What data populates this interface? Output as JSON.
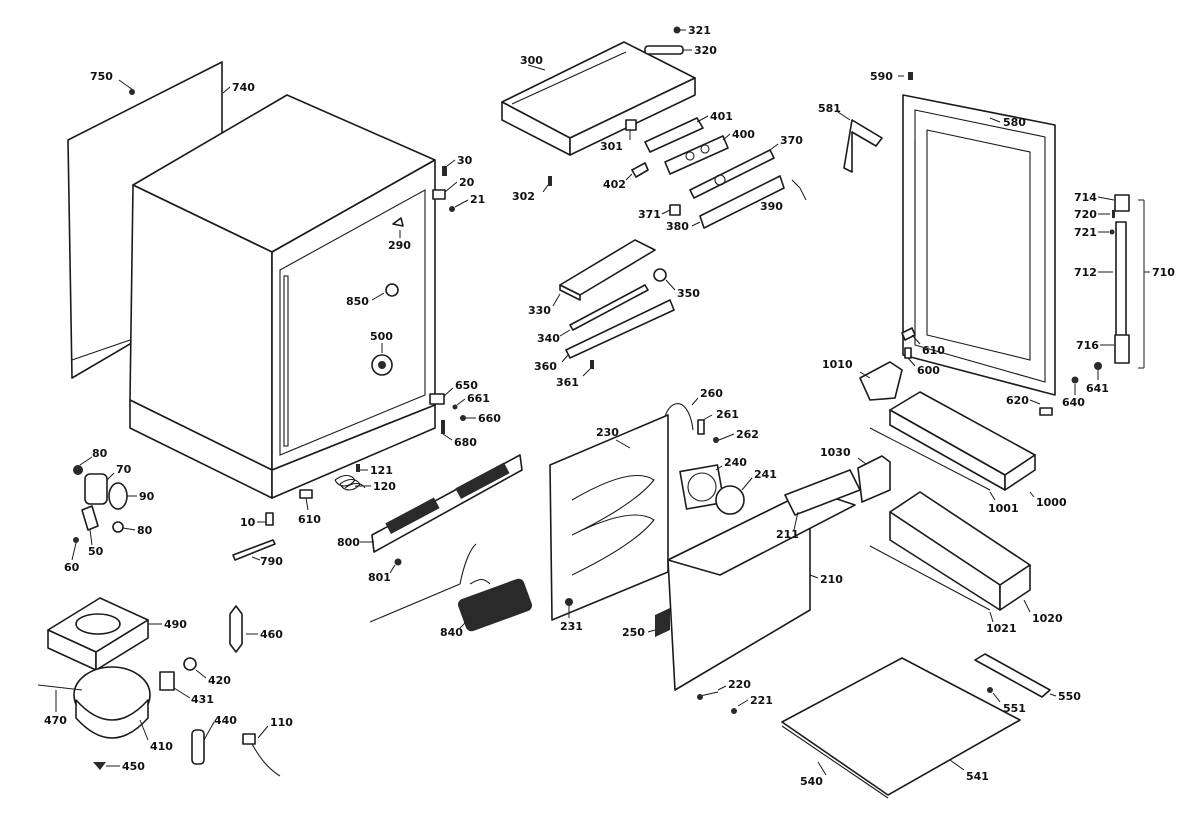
{
  "labels": [
    {
      "id": "l740",
      "text": "740"
    },
    {
      "id": "l750",
      "text": "750"
    },
    {
      "id": "l30",
      "text": "30"
    },
    {
      "id": "l20",
      "text": "20"
    },
    {
      "id": "l21",
      "text": "21"
    },
    {
      "id": "l290",
      "text": "290"
    },
    {
      "id": "l850",
      "text": "850"
    },
    {
      "id": "l500",
      "text": "500"
    },
    {
      "id": "l650",
      "text": "650"
    },
    {
      "id": "l661",
      "text": "661"
    },
    {
      "id": "l660",
      "text": "660"
    },
    {
      "id": "l680",
      "text": "680"
    },
    {
      "id": "l121",
      "text": "121"
    },
    {
      "id": "l120",
      "text": "120"
    },
    {
      "id": "l610b",
      "text": "610"
    },
    {
      "id": "l80a",
      "text": "80"
    },
    {
      "id": "l70",
      "text": "70"
    },
    {
      "id": "l90",
      "text": "90"
    },
    {
      "id": "l80b",
      "text": "80"
    },
    {
      "id": "l50",
      "text": "50"
    },
    {
      "id": "l60",
      "text": "60"
    },
    {
      "id": "l10",
      "text": "10"
    },
    {
      "id": "l790",
      "text": "790"
    },
    {
      "id": "l800",
      "text": "800"
    },
    {
      "id": "l801",
      "text": "801"
    },
    {
      "id": "l840",
      "text": "840"
    },
    {
      "id": "l490",
      "text": "490"
    },
    {
      "id": "l460",
      "text": "460"
    },
    {
      "id": "l420",
      "text": "420"
    },
    {
      "id": "l431",
      "text": "431"
    },
    {
      "id": "l470",
      "text": "470"
    },
    {
      "id": "l410",
      "text": "410"
    },
    {
      "id": "l440",
      "text": "440"
    },
    {
      "id": "l110",
      "text": "110"
    },
    {
      "id": "l450",
      "text": "450"
    },
    {
      "id": "l321",
      "text": "321"
    },
    {
      "id": "l320",
      "text": "320"
    },
    {
      "id": "l300",
      "text": "300"
    },
    {
      "id": "l401",
      "text": "401"
    },
    {
      "id": "l400",
      "text": "400"
    },
    {
      "id": "l301",
      "text": "301"
    },
    {
      "id": "l370",
      "text": "370"
    },
    {
      "id": "l402",
      "text": "402"
    },
    {
      "id": "l302",
      "text": "302"
    },
    {
      "id": "l371",
      "text": "371"
    },
    {
      "id": "l380",
      "text": "380"
    },
    {
      "id": "l390",
      "text": "390"
    },
    {
      "id": "l330",
      "text": "330"
    },
    {
      "id": "l350",
      "text": "350"
    },
    {
      "id": "l340",
      "text": "340"
    },
    {
      "id": "l360",
      "text": "360"
    },
    {
      "id": "l361",
      "text": "361"
    },
    {
      "id": "l260",
      "text": "260"
    },
    {
      "id": "l261",
      "text": "261"
    },
    {
      "id": "l262",
      "text": "262"
    },
    {
      "id": "l230",
      "text": "230"
    },
    {
      "id": "l240",
      "text": "240"
    },
    {
      "id": "l241",
      "text": "241"
    },
    {
      "id": "l211",
      "text": "211"
    },
    {
      "id": "l210",
      "text": "210"
    },
    {
      "id": "l231",
      "text": "231"
    },
    {
      "id": "l250",
      "text": "250"
    },
    {
      "id": "l220",
      "text": "220"
    },
    {
      "id": "l221",
      "text": "221"
    },
    {
      "id": "l590",
      "text": "590"
    },
    {
      "id": "l581",
      "text": "581"
    },
    {
      "id": "l580",
      "text": "580"
    },
    {
      "id": "l714",
      "text": "714"
    },
    {
      "id": "l720",
      "text": "720"
    },
    {
      "id": "l721",
      "text": "721"
    },
    {
      "id": "l712",
      "text": "712"
    },
    {
      "id": "l710",
      "text": "710"
    },
    {
      "id": "l716",
      "text": "716"
    },
    {
      "id": "l610",
      "text": "610"
    },
    {
      "id": "l600",
      "text": "600"
    },
    {
      "id": "l1010",
      "text": "1010"
    },
    {
      "id": "l641",
      "text": "641"
    },
    {
      "id": "l640",
      "text": "640"
    },
    {
      "id": "l620",
      "text": "620"
    },
    {
      "id": "l1030",
      "text": "1030"
    },
    {
      "id": "l1000",
      "text": "1000"
    },
    {
      "id": "l1001",
      "text": "1001"
    },
    {
      "id": "l1020",
      "text": "1020"
    },
    {
      "id": "l1021",
      "text": "1021"
    },
    {
      "id": "l550",
      "text": "550"
    },
    {
      "id": "l551",
      "text": "551"
    },
    {
      "id": "l540",
      "text": "540"
    },
    {
      "id": "l541",
      "text": "541"
    }
  ]
}
